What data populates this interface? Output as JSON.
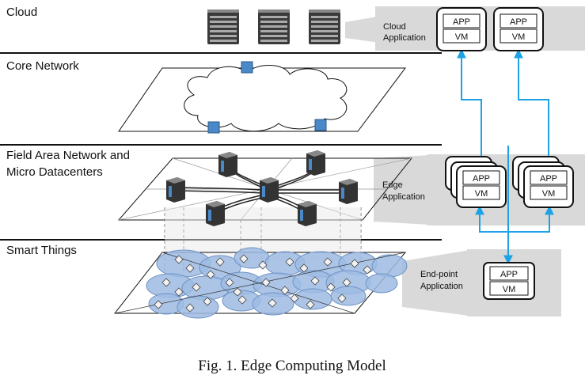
{
  "layers": {
    "cloud": "Cloud",
    "core": "Core Network",
    "field_line1": "Field Area Network and",
    "field_line2": "Micro Datacenters",
    "things": "Smart Things"
  },
  "callouts": {
    "cloud_line1": "Cloud",
    "cloud_line2": "Application",
    "edge_line1": "Edge",
    "edge_line2": "Application",
    "endpoint_line1": "End-point",
    "endpoint_line2": "Application"
  },
  "boxes": {
    "app": "APP",
    "vm": "VM"
  },
  "caption": "Fig. 1.  Edge Computing Model",
  "colors": {
    "arrow": "#1ea2e6",
    "node_blue": "#4a89c8",
    "bubble_fill": "#9dbbe3",
    "bubble_stroke": "#6f92c4",
    "callout_gray": "#d9d9d9",
    "server_dark": "#3a3a3a"
  }
}
